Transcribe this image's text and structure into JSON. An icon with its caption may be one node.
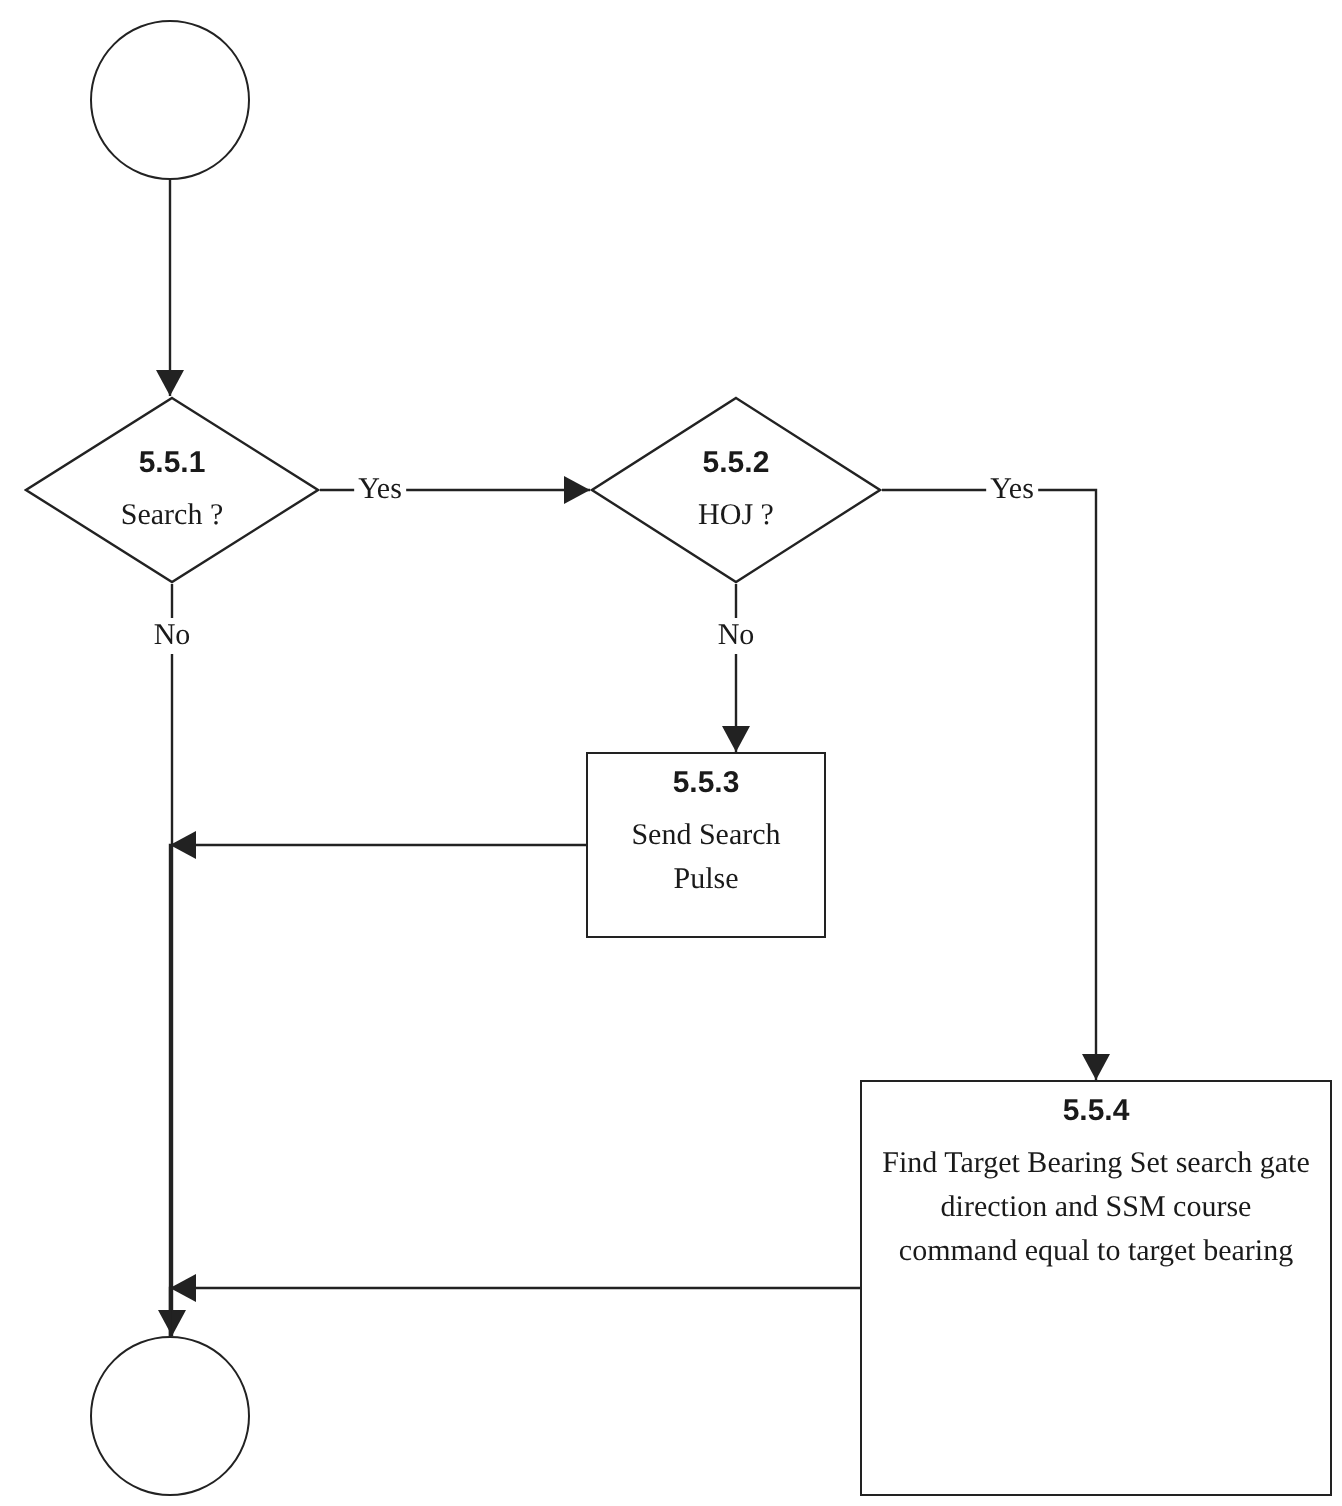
{
  "diagram": {
    "nodes": [
      {
        "text": [],
        "shape": "circle"
      },
      {
        "text": [
          "5.5.1",
          "Search ?"
        ]
      },
      {
        "text": [
          "5.5.2",
          "HOJ ?"
        ]
      },
      {
        "text": [
          "5.5.3",
          "Send Search Pulse"
        ]
      },
      {
        "text": [
          "5.5.4",
          "Find Target Bearing Set search gate direction and SSM course command equal to target bearing"
        ]
      },
      {
        "text": [],
        "shape": "circle"
      }
    ],
    "edges": [
      {
        "from": 0,
        "to": 1,
        "arrow": "to"
      },
      {
        "from": 1,
        "to": 2,
        "arrow": "to",
        "label": "Yes"
      },
      {
        "from": 2,
        "to": 4,
        "arrow": "to",
        "label": "Yes"
      },
      {
        "from": 2,
        "to": 3,
        "arrow": "to",
        "label": "No"
      },
      {
        "from": 1,
        "to": 5,
        "arrow": "to",
        "label": "No"
      },
      {
        "from": 3,
        "to": 5,
        "arrow": "to"
      },
      {
        "from": 4,
        "to": 5,
        "arrow": "to"
      }
    ]
  }
}
